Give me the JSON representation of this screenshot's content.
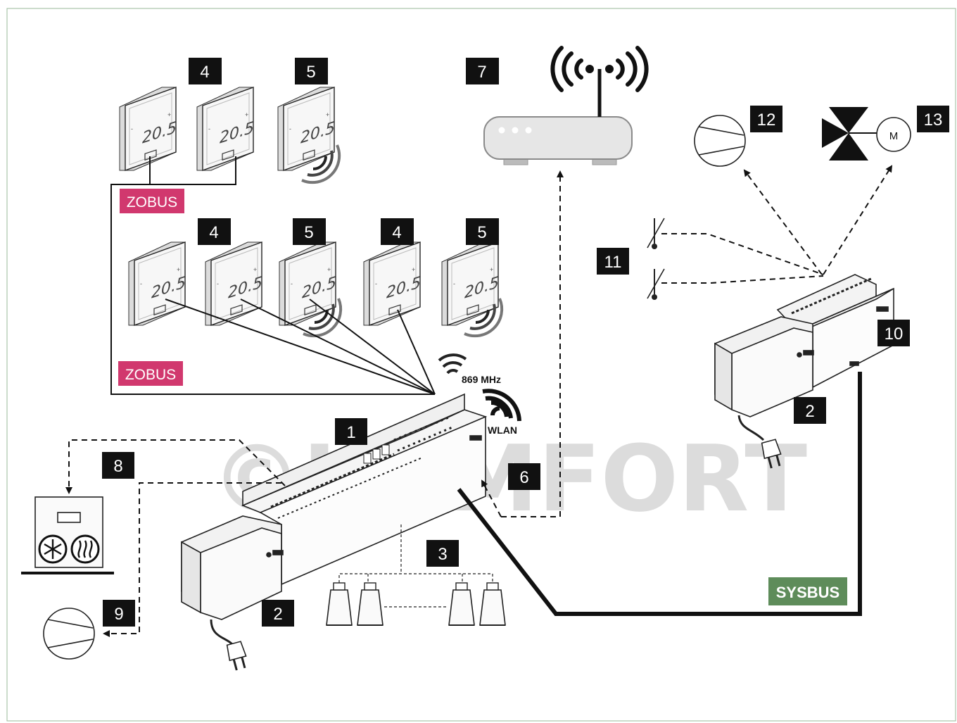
{
  "colors": {
    "zobus": "#d1386e",
    "sysbus": "#5e8c5a",
    "callout_bg": "#111111",
    "callout_fg": "#ffffff",
    "line": "#111111",
    "device_fill": "#fafafa",
    "device_stroke": "#222222",
    "router_fill": "#e6e6e6",
    "router_stroke": "#8a8a8a",
    "watermark": "#bfbfbf",
    "frame": "#9ab89a"
  },
  "labels": {
    "zobus_top": "ZOBUS",
    "zobus_bottom": "ZOBUS",
    "sysbus": "SYSBUS",
    "freq": "869 MHz",
    "wlan": "WLAN",
    "watermark": "©KOMFORT",
    "motor": "M"
  },
  "thermostat_display": "20.5",
  "callouts": {
    "c1": "1",
    "c2a": "2",
    "c2b": "2",
    "c3": "3",
    "c4a": "4",
    "c4b": "4",
    "c4c": "4",
    "c5a": "5",
    "c5b": "5",
    "c5c": "5",
    "c6": "6",
    "c7": "7",
    "c8": "8",
    "c9": "9",
    "c10": "10",
    "c11": "11",
    "c12": "12",
    "c13": "13"
  },
  "icons": {
    "router": "router-icon",
    "wifi": "wifi-icon",
    "pump": "pump-icon",
    "valve": "three-way-valve-icon",
    "sensor": "temperature-sensor-icon",
    "snowflake": "snowflake-icon",
    "heat": "heat-icon",
    "plug": "power-plug-icon",
    "actuator": "actuator-icon"
  }
}
